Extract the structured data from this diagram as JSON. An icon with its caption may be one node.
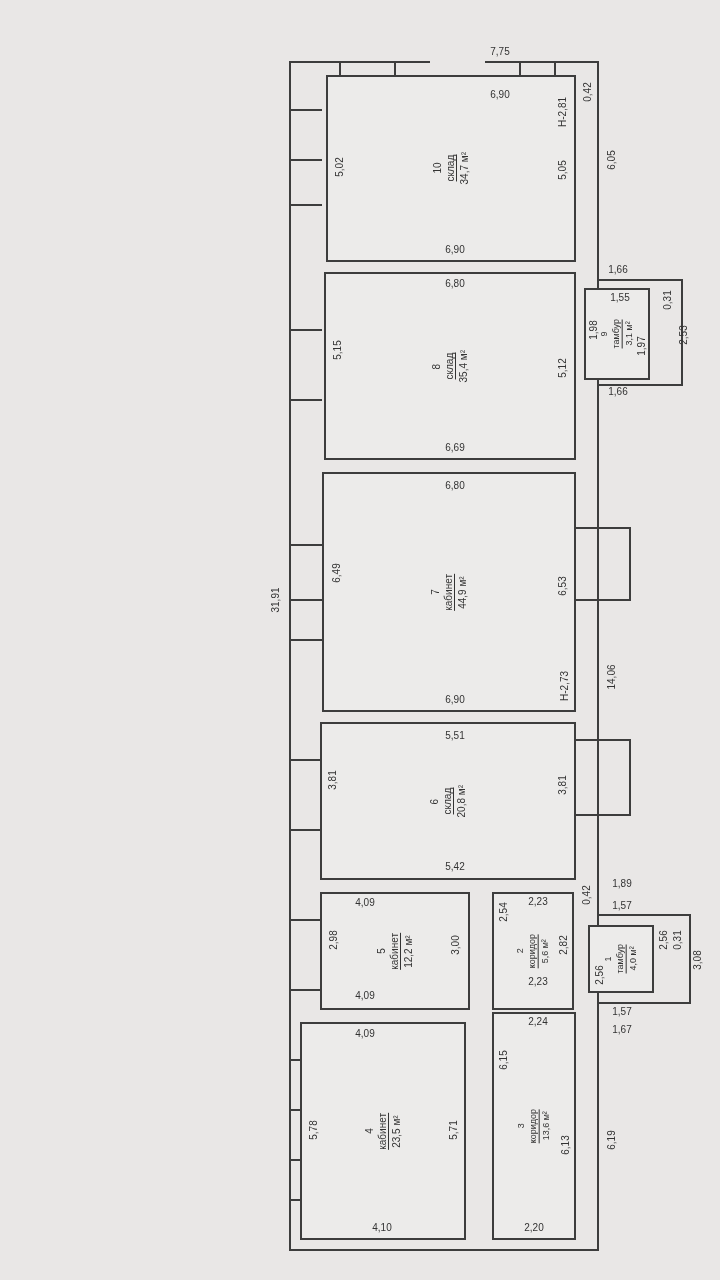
{
  "diagram": {
    "nodes": [
      {
        "text": [
          "1",
          "тамбур",
          "4,0 м²"
        ]
      },
      {
        "text": [
          "2",
          "коридор",
          "5,6 м²"
        ]
      },
      {
        "text": [
          "3",
          "коридор",
          "13,6 м²"
        ]
      },
      {
        "text": [
          "4",
          "кабинет",
          "23,5 м²"
        ]
      },
      {
        "text": [
          "5",
          "кабинет",
          "12,2 м²"
        ]
      },
      {
        "text": [
          "6",
          "склад",
          "20,8 м²"
        ]
      },
      {
        "text": [
          "7",
          "кабинет",
          "44,9 м²"
        ]
      },
      {
        "text": [
          "8",
          "склад",
          "35,4 м²"
        ]
      },
      {
        "text": [
          "9",
          "тамбур",
          "3,1 м²"
        ]
      },
      {
        "text": [
          "10",
          "склад",
          "34,7 м²"
        ]
      }
    ],
    "labels": [
      "7,75",
      "6,90",
      "0,42",
      "H-2,81",
      "5,02",
      "5,05",
      "6,05",
      "6,90",
      "6,80",
      "1,66",
      "1,98",
      "1,55",
      "0,31",
      "1,97",
      "2,53",
      "1,66",
      "5,15",
      "5,12",
      "6,69",
      "6,80",
      "6,49",
      "31,91",
      "6,53",
      "6,90",
      "H-2,73",
      "14,06",
      "5,51",
      "3,81",
      "3,81",
      "5,42",
      "0,42",
      "1,89",
      "4,09",
      "2,98",
      "2,54",
      "2,23",
      "1,57",
      "2,56",
      "0,31",
      "3,08",
      "3,00",
      "2,82",
      "4,09",
      "2,23",
      "2,56",
      "1,57",
      "4,09",
      "2,24",
      "1,67",
      "5,78",
      "5,71",
      "6,15",
      "6,13",
      "6,19",
      "4,10",
      "2,20"
    ]
  }
}
